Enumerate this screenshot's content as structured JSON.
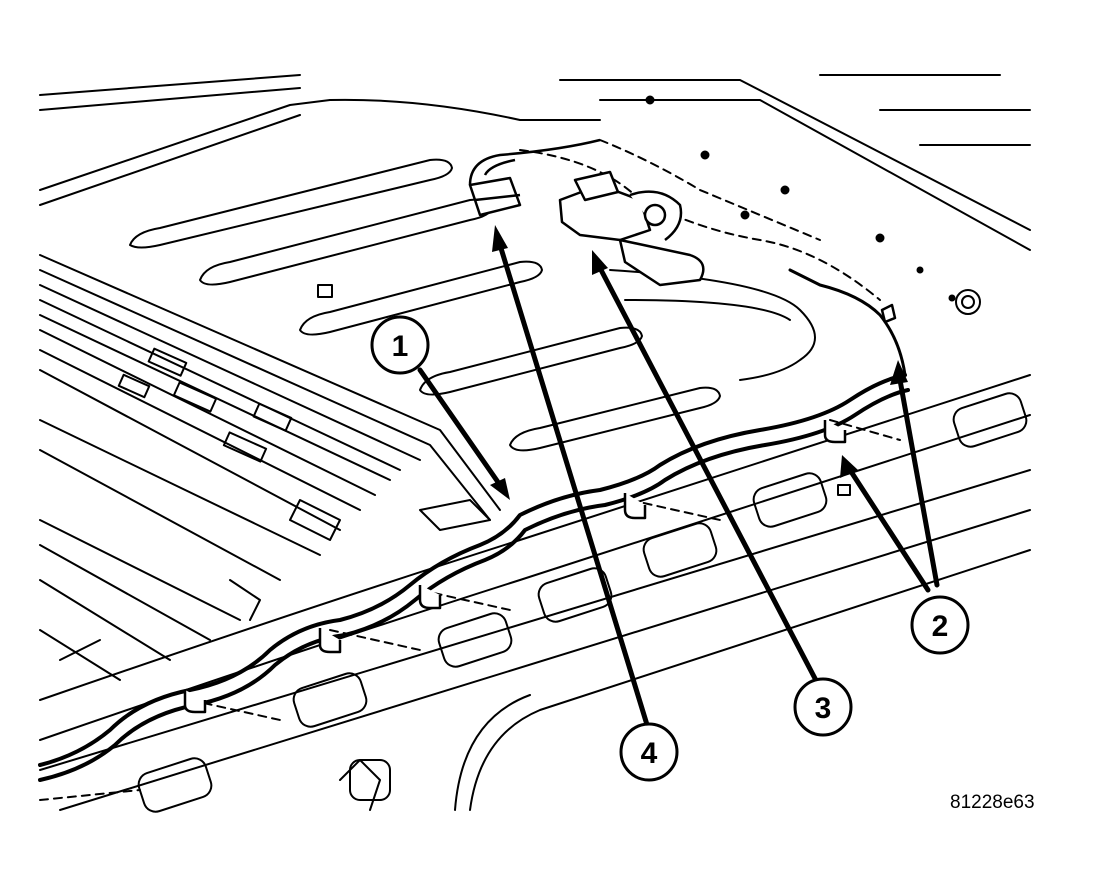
{
  "figure": {
    "callouts": [
      {
        "id": "1",
        "label": "1"
      },
      {
        "id": "2",
        "label": "2"
      },
      {
        "id": "3",
        "label": "3"
      },
      {
        "id": "4",
        "label": "4"
      }
    ],
    "figure_id": "81228e63"
  },
  "colors": {
    "line": "#000000",
    "background": "#ffffff"
  }
}
